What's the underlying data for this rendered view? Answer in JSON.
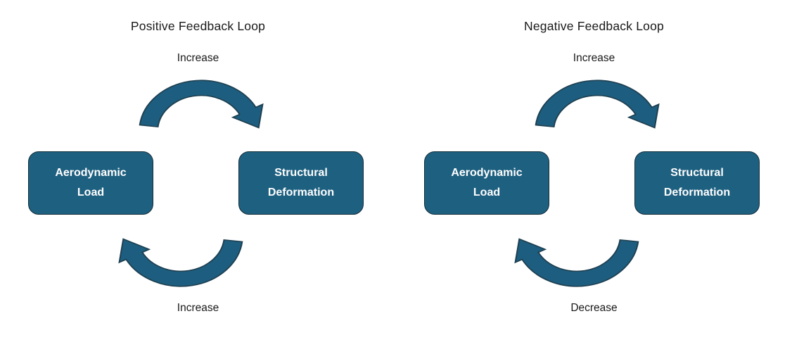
{
  "diagrams": [
    {
      "title": "Positive Feedback Loop",
      "top_label": "Increase",
      "bottom_label": "Increase",
      "left_node_lines": [
        "Aerodynamic",
        "Load"
      ],
      "right_node_lines": [
        "Structural",
        "Deformation"
      ]
    },
    {
      "title": "Negative Feedback Loop",
      "top_label": "Increase",
      "bottom_label": "Decrease",
      "left_node_lines": [
        "Aerodynamic",
        "Load"
      ],
      "right_node_lines": [
        "Structural",
        "Deformation"
      ]
    }
  ],
  "colors": {
    "background": "#FFFFFF",
    "text": "#191919",
    "node_fill": "#1E6080",
    "node_border": "#132C38",
    "node_text": "#FFFFFF",
    "arrow_fill": "#1D5E80",
    "arrow_stroke": "#1E3F50"
  }
}
